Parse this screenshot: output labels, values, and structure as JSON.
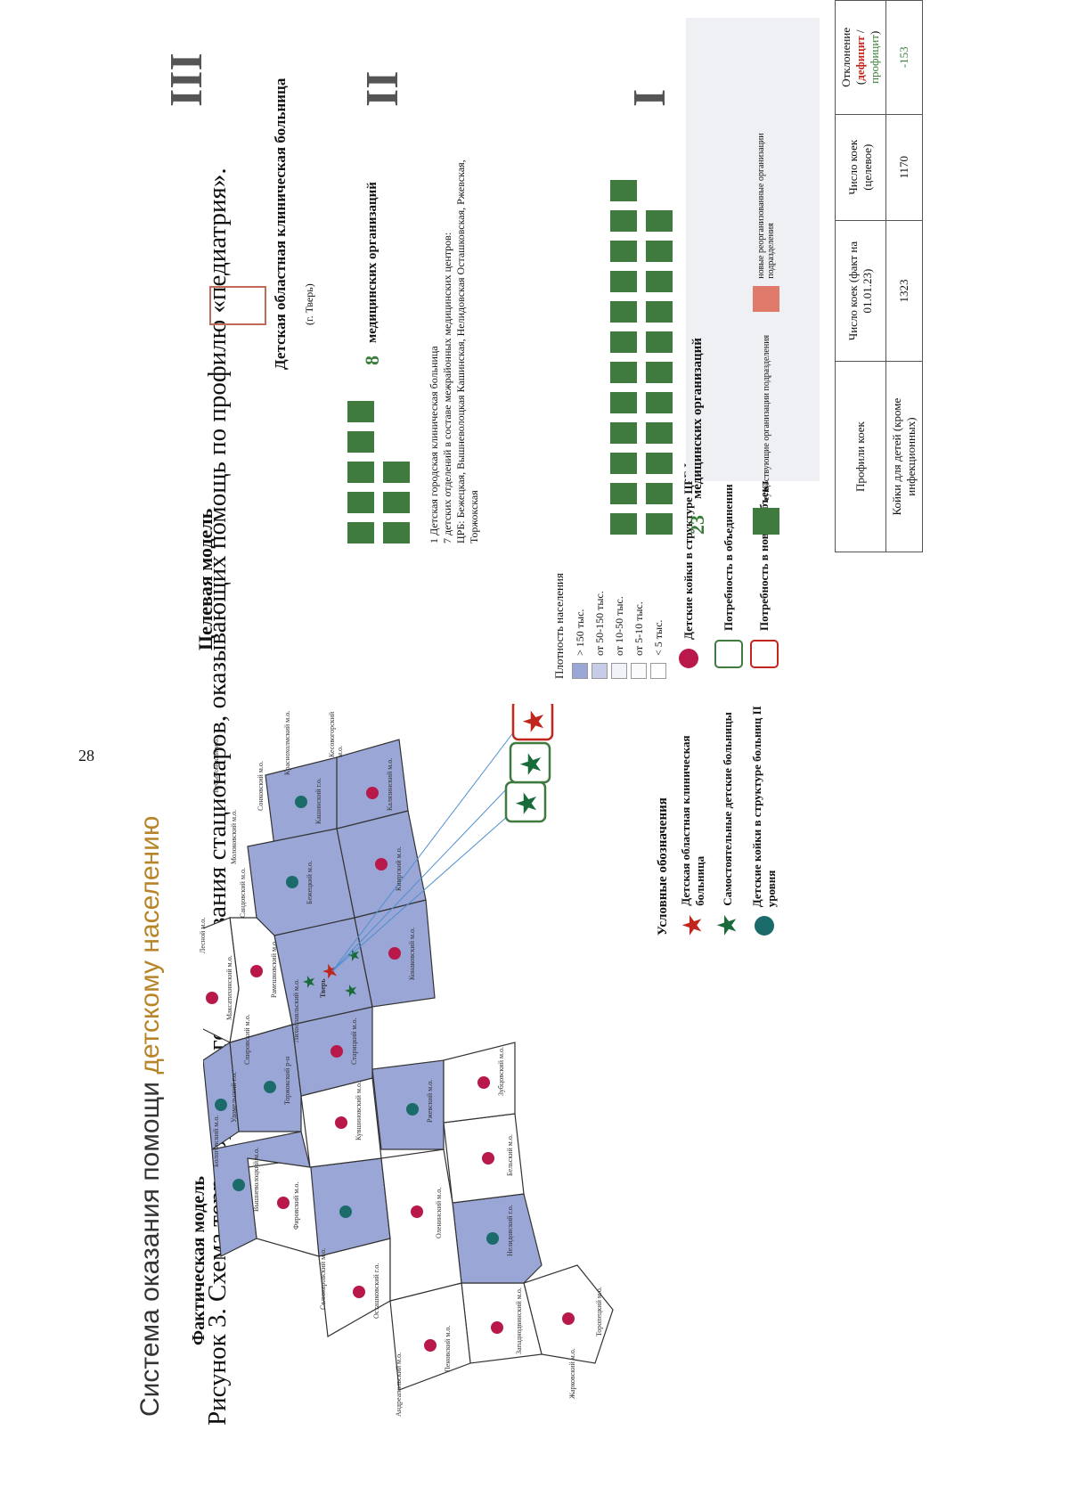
{
  "page_number": "28",
  "caption": "Рисунок 3. Схема территориального планирования стационаров, оказывающих помощь по профилю «педиатрия».",
  "slide": {
    "title_part1": "Система оказания помощи ",
    "title_part2": "детскому населению",
    "left_subtitle": "Фактическая модель",
    "right_subtitle": "Целевая модель",
    "legend": {
      "title": "Условные обозначения",
      "items": [
        "Детская областная клиническая больница",
        "Самостоятельные детские больницы",
        "Детские койки в структуре больниц II уровня",
        "Детские койки в структуре ЦРБ I уровня",
        "Потребность в объединении",
        "Потребность в новых объектах"
      ]
    },
    "density": {
      "title": "Плотность населения",
      "levels": [
        "> 150 тыс.",
        "от 50-150 тыс.",
        "от 10-50 тыс.",
        "от 5-10 тыс.",
        "< 5 тыс."
      ]
    },
    "districts": [
      "Весьегонский м.о.",
      "Краснохолмский м.о.",
      "Сонковский м.о.",
      "Молоковский м.о.",
      "Кесовогорский м.о.",
      "Кашинский г.о.",
      "Калязинский м.о.",
      "Сандовский м.о.",
      "Бежецкий м.о.",
      "Кимрский м.о.",
      "Лесной м.о.",
      "Максатихинский м.о.",
      "Рамешковский м.о.",
      "Конаковский м.о.",
      "Удомельский г.о.",
      "Спировский м.о.",
      "Лихославльский м.о.",
      "Тверь",
      "Вышневолоцкий м.о.",
      "Торжокский р-н",
      "Старицкий м.о.",
      "Зубцовский м.о.",
      "Бологовский м.о.",
      "Фировский м.о.",
      "Кувшиновский м.о.",
      "Ржевский м.о.",
      "Осташковский г.о.",
      "Селижаровский м.о.",
      "Оленинский м.о.",
      "Пеновский м.о.",
      "Нелидовский г.о.",
      "Бельский м.о.",
      "Андреапольский м.о.",
      "Западнодвинский м.о.",
      "Жарковский м.о.",
      "Торопецкий м.о."
    ],
    "target": {
      "level3_numeral": "III",
      "level3_name": "Детская областная клиническая больница",
      "level3_city": "(г. Тверь)",
      "level2_numeral": "II",
      "level2_count": "8",
      "level2_count_label": "медицинских организаций",
      "level2_note": [
        "1 Детская городская клиническая больница",
        "7 детских отделений в составе межрайонных медицинских центров:",
        "ЦРБ: Бежецкая, Вышневолоцкая Кашинская, Нелидовская Осташковская, Ржевская,",
        "Торжокская"
      ],
      "level1_numeral": "I",
      "level1_count": "23",
      "level1_count_label": "медицинских организаций",
      "legend_existing": "существующие организации подразделения",
      "legend_new": "новые реорганизованные организации подразделения"
    },
    "table": {
      "headers": [
        "Профили коек",
        "Число коек (факт на 01.01.23)",
        "Число коек (целевое)",
        "Отклонение"
      ],
      "deficit_label": "дефицит",
      "proficit_label": "профицит",
      "rows": [
        [
          "Койки для детей (кроме инфекционных)",
          "1323",
          "1170",
          "-153"
        ]
      ]
    }
  },
  "colors": {
    "dense": "#9aa6d6",
    "sparse": "#ffffff",
    "crimson_dot": "#b8184a",
    "teal_dot": "#1a6b6a",
    "green": "#3f7a3f",
    "red_star": "#c0261d",
    "title_accent": "#b78428"
  }
}
